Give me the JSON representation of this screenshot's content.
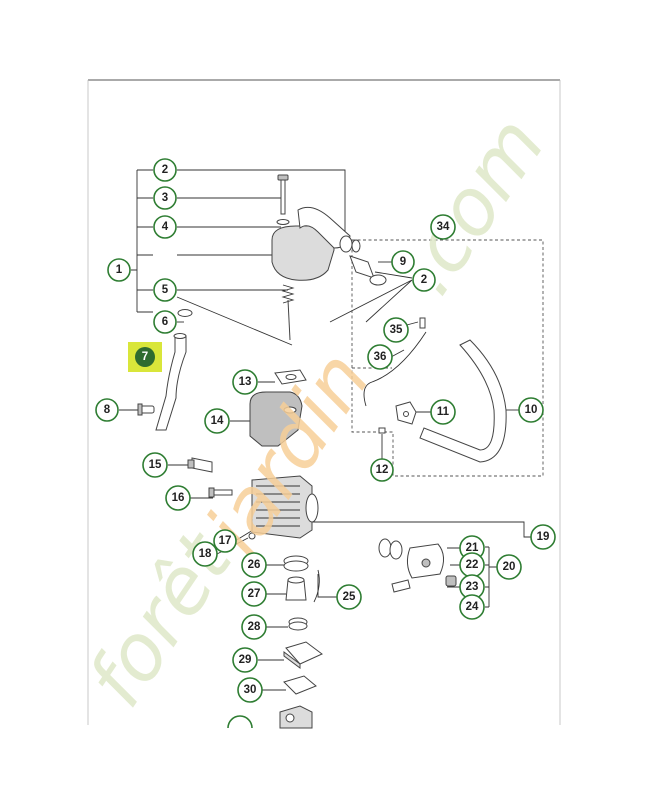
{
  "watermark": {
    "prefix": "forêt",
    "jardin": "jardin",
    "suffix": ".com"
  },
  "highlight_color": "#d9e63a",
  "callout_color": "#2e7d32",
  "callouts": {
    "c1": "1",
    "c2a": "2",
    "c3": "3",
    "c4": "4",
    "c5": "5",
    "c6": "6",
    "c7": "7",
    "c8": "8",
    "c9": "9",
    "c2b": "2",
    "c10": "10",
    "c11": "11",
    "c12": "12",
    "c13": "13",
    "c14": "14",
    "c15": "15",
    "c16": "16",
    "c17": "17",
    "c18": "18",
    "c19": "19",
    "c20": "20",
    "c21": "21",
    "c22": "22",
    "c23": "23",
    "c24": "24",
    "c25": "25",
    "c26": "26",
    "c27": "27",
    "c28": "28",
    "c29": "29",
    "c30": "30",
    "c34": "34",
    "c35": "35",
    "c36": "36"
  }
}
